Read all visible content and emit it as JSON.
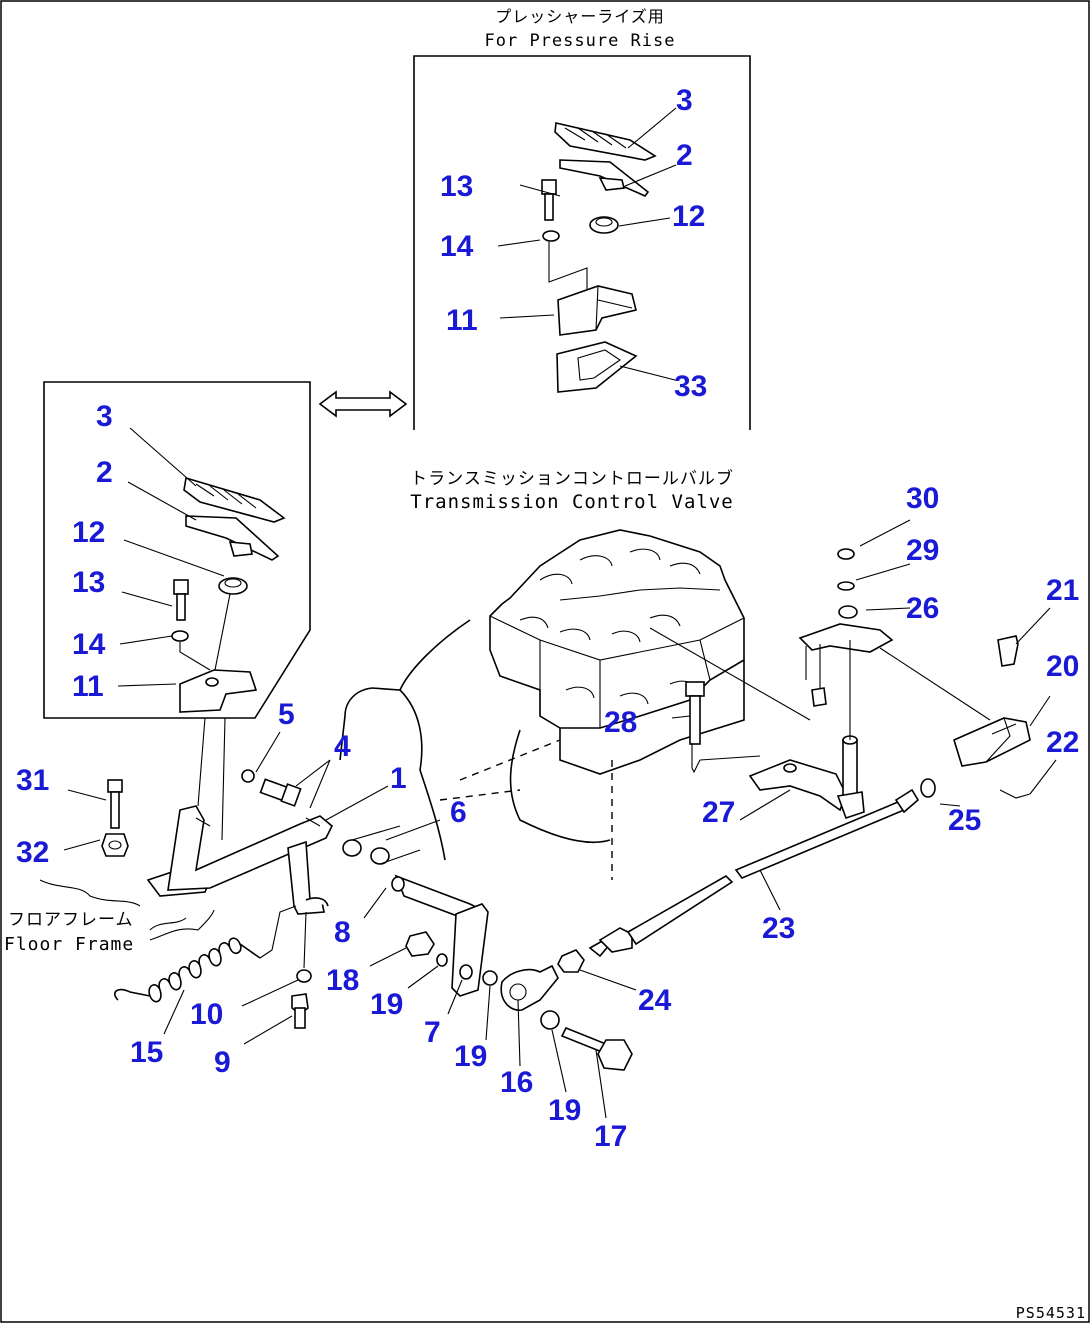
{
  "captions": {
    "pressure_rise_jp": "プレッシャーライズ用",
    "pressure_rise_en": "For Pressure Rise",
    "tcv_jp": "トランスミッションコントロールバルブ",
    "tcv_en": "Transmission Control Valve",
    "floor_jp": "フロアフレーム",
    "floor_en": "Floor Frame",
    "code": "PS54531"
  },
  "callouts": {
    "inset_top": [
      "3",
      "2",
      "13",
      "12",
      "14",
      "11",
      "33"
    ],
    "inset_left": [
      "3",
      "2",
      "12",
      "13",
      "14",
      "11"
    ],
    "main": [
      "5",
      "4",
      "1",
      "6",
      "31",
      "32",
      "8",
      "18",
      "19",
      "7",
      "19",
      "16",
      "19",
      "17",
      "24",
      "10",
      "15",
      "9",
      "28",
      "27",
      "23",
      "25",
      "30",
      "29",
      "26",
      "21",
      "20",
      "22"
    ]
  }
}
